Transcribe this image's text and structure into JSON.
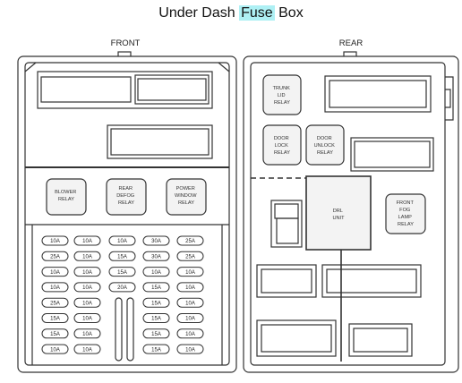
{
  "title": {
    "before": "Under Dash ",
    "highlight": "Fuse",
    "after": " Box",
    "highlight_color": "#aef0f4"
  },
  "front": {
    "label": "FRONT",
    "relays": [
      [
        "BLOWER",
        "RELAY"
      ],
      [
        "REAR",
        "DEFOG",
        "RELAY"
      ],
      [
        "POWER",
        "WINDOW",
        "RELAY"
      ]
    ],
    "fuse_rows": [
      [
        "10A",
        "10A",
        "10A",
        "30A",
        "25A"
      ],
      [
        "25A",
        "10A",
        "15A",
        "30A",
        "25A"
      ],
      [
        "10A",
        "10A",
        "15A",
        "10A",
        "10A"
      ],
      [
        "10A",
        "10A",
        "20A",
        "15A",
        "10A"
      ],
      [
        "25A",
        "10A",
        "",
        "15A",
        "10A"
      ],
      [
        "15A",
        "10A",
        "",
        "15A",
        "10A"
      ],
      [
        "15A",
        "10A",
        "",
        "15A",
        "10A"
      ],
      [
        "10A",
        "10A",
        "",
        "15A",
        "10A"
      ]
    ]
  },
  "rear": {
    "label": "REAR",
    "relays": {
      "trunk": [
        "TRUNK",
        "LID",
        "RELAY"
      ],
      "door_lock": [
        "DOOR",
        "LOCK",
        "RELAY"
      ],
      "door_unlock": [
        "DOOR",
        "UNLOCK",
        "RELAY"
      ],
      "drl": [
        "DRL",
        "UNIT"
      ],
      "fog": [
        "FRONT",
        "FOG",
        "LAMP",
        "RELAY"
      ]
    }
  },
  "colors": {
    "line": "#333333",
    "fill": "#f3f3f3",
    "shade": "#d8d8d8"
  }
}
